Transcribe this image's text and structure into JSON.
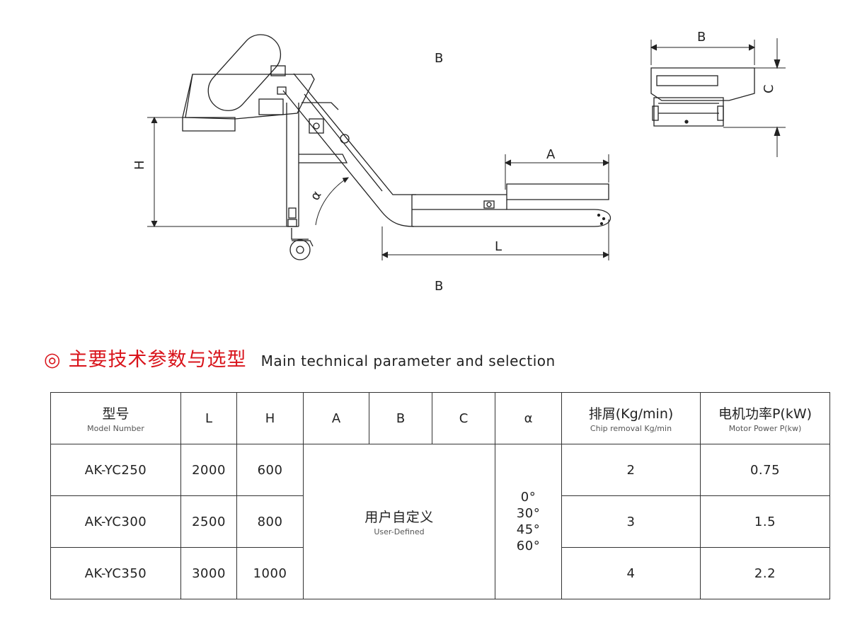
{
  "drawing": {
    "label_top_b": "B",
    "label_bottom_b": "B",
    "dim_h": "H",
    "dim_alpha": "α",
    "dim_a": "A",
    "dim_l": "L",
    "side_dim_b": "B",
    "side_dim_c": "C"
  },
  "heading": {
    "symbol": "◎",
    "title_zh": "主要技术参数与选型",
    "title_en": "Main technical parameter and selection"
  },
  "table": {
    "headers": {
      "model_zh": "型号",
      "model_en": "Model Number",
      "l": "L",
      "h": "H",
      "a": "A",
      "b": "B",
      "c": "C",
      "alpha": "α",
      "chip_zh": "排屑(Kg/min)",
      "chip_en": "Chip removal Kg/min",
      "power_zh": "电机功率P(kW)",
      "power_en": "Motor Power P(kw)"
    },
    "rows": [
      {
        "model": "AK-YC250",
        "l": "2000",
        "h": "600",
        "chip": "2",
        "power": "0.75"
      },
      {
        "model": "AK-YC300",
        "l": "2500",
        "h": "800",
        "chip": "3",
        "power": "1.5"
      },
      {
        "model": "AK-YC350",
        "l": "3000",
        "h": "1000",
        "chip": "4",
        "power": "2.2"
      }
    ],
    "user_defined_zh": "用户自定义",
    "user_defined_en": "User-Defined",
    "angles": [
      "0°",
      "30°",
      "45°",
      "60°"
    ]
  }
}
